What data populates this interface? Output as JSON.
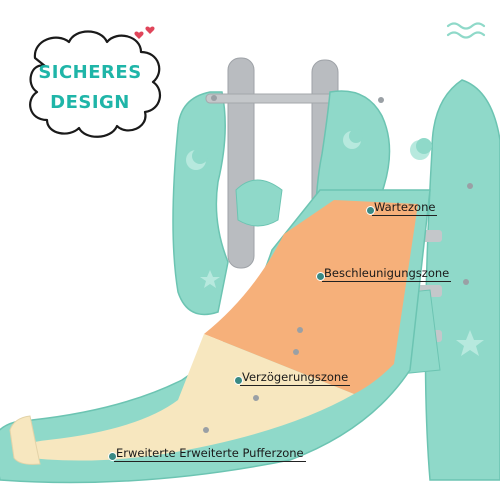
{
  "badge": {
    "line1": "SICHERES",
    "line2": "DESIGN"
  },
  "zones": [
    {
      "id": "wartezone",
      "label": "Wartezone"
    },
    {
      "id": "beschleunigung",
      "label": "Beschleunigungszone"
    },
    {
      "id": "verzoegerung",
      "label": "Verzögerungszone"
    },
    {
      "id": "puffer",
      "label": "Erweiterte Erweiterte Pufferzone"
    }
  ],
  "colors": {
    "teal": "#8fd9c9",
    "teal_dark": "#6cc4b2",
    "grey": "#b9bcc0",
    "slide_orange": "#f6b07a",
    "slide_cream": "#f7e7bf",
    "accent": "#1fb5a8",
    "heart": "#e0455a"
  }
}
